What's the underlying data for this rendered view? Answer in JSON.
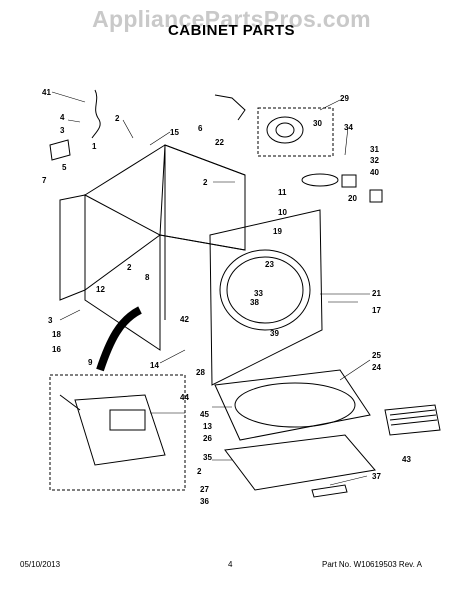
{
  "watermark": "AppliancePartsPros.com",
  "title": "CABINET PARTS",
  "footer": {
    "date": "05/10/2013",
    "page": "4",
    "part_no": "Part No. W10619503  Rev. A"
  },
  "callouts": [
    "41",
    "2",
    "15",
    "4",
    "3",
    "1",
    "5",
    "7",
    "6",
    "22",
    "29",
    "30",
    "34",
    "31",
    "32",
    "40",
    "2",
    "11",
    "10",
    "20",
    "19",
    "23",
    "21",
    "17",
    "33",
    "38",
    "39",
    "12",
    "2",
    "8",
    "42",
    "3",
    "18",
    "16",
    "9",
    "14",
    "28",
    "44",
    "25",
    "24",
    "45",
    "13",
    "26",
    "43",
    "35",
    "2",
    "27",
    "36",
    "37"
  ]
}
